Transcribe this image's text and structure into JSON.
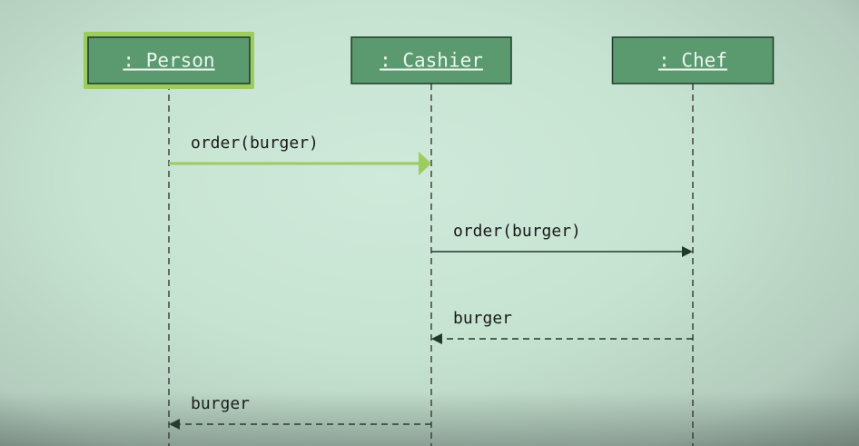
{
  "diagram": {
    "type": "sequence",
    "participants": [
      {
        "id": "person",
        "label": ": Person",
        "highlighted": true
      },
      {
        "id": "cashier",
        "label": ": Cashier",
        "highlighted": false
      },
      {
        "id": "chef",
        "label": ": Chef",
        "highlighted": false
      }
    ],
    "messages": [
      {
        "from": "person",
        "to": "cashier",
        "label": "order(burger)",
        "kind": "sync",
        "highlighted": true
      },
      {
        "from": "cashier",
        "to": "chef",
        "label": "order(burger)",
        "kind": "sync",
        "highlighted": false
      },
      {
        "from": "chef",
        "to": "cashier",
        "label": "burger",
        "kind": "return",
        "highlighted": false
      },
      {
        "from": "cashier",
        "to": "person",
        "label": "burger",
        "kind": "return",
        "highlighted": false
      }
    ]
  },
  "colors": {
    "box_fill": "#5a9a6e",
    "box_border": "#1f3a29",
    "highlight": "#9ccc5e",
    "lifeline": "#2a2a2a",
    "arrow": "#1f3a29",
    "label_text": "#1a1a1a"
  }
}
